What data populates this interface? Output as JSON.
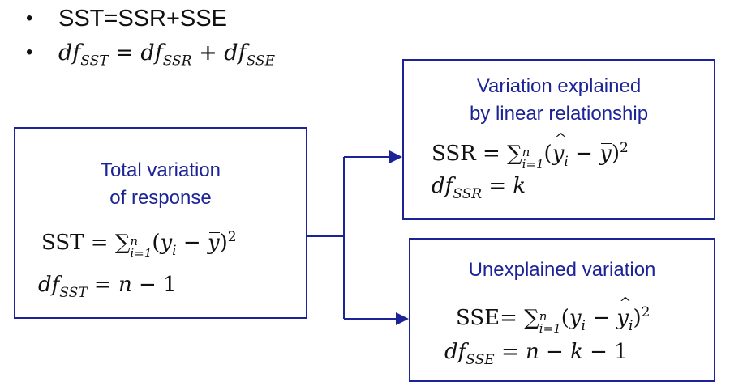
{
  "bullets": [
    {
      "text": "SST=SSR+SSE"
    },
    {
      "text": "df_SST = df_SSR + df_SSE"
    }
  ],
  "sst_box": {
    "title_line1": "Total variation",
    "title_line2": "of response",
    "sum_formula": "SST = Σ_{i=1}^{n} (y_i − ȳ)^2",
    "df_formula": "df_SST = n − 1"
  },
  "ssr_box": {
    "title_line1": "Variation explained",
    "title_line2": "by linear relationship",
    "sum_formula": "SSR = Σ_{i=1}^{n} (ŷ_i − ȳ)^2",
    "df_formula": "df_SSR = k"
  },
  "sse_box": {
    "title_line1": "Unexplained variation",
    "sum_formula": "SSE= Σ_{i=1}^{n} (y_i − ŷ_i)^2",
    "df_formula": "df_SSE = n − k − 1"
  },
  "colors": {
    "box_border": "#1c2396",
    "title_text": "#1c2396",
    "connector": "#1c2396",
    "body_text": "#111111"
  }
}
